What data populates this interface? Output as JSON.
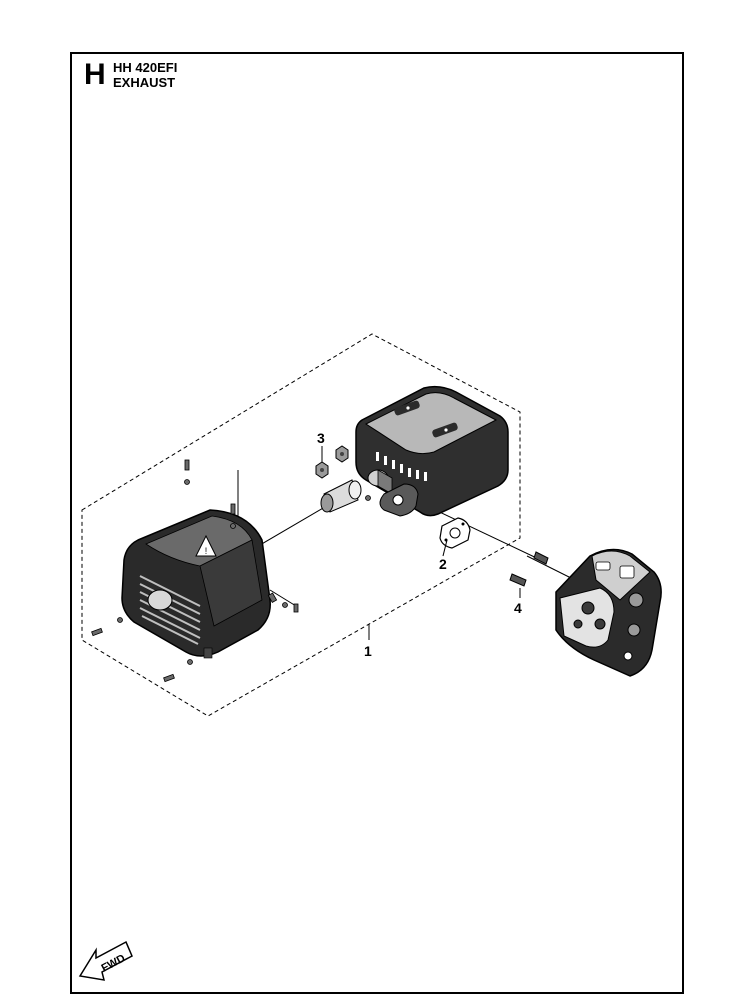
{
  "header": {
    "section_letter": "H",
    "model": "HH 420EFI",
    "section_title": "EXHAUST"
  },
  "callouts": [
    {
      "id": "1",
      "label": "1"
    },
    {
      "id": "2",
      "label": "2"
    },
    {
      "id": "3",
      "label": "3"
    },
    {
      "id": "4",
      "label": "4"
    }
  ],
  "fwd_indicator": {
    "label": "FWD"
  },
  "colors": {
    "line": "#000000",
    "part_dark": "#1a1a1a",
    "part_mid": "#555555",
    "part_light": "#d0d0d0"
  }
}
